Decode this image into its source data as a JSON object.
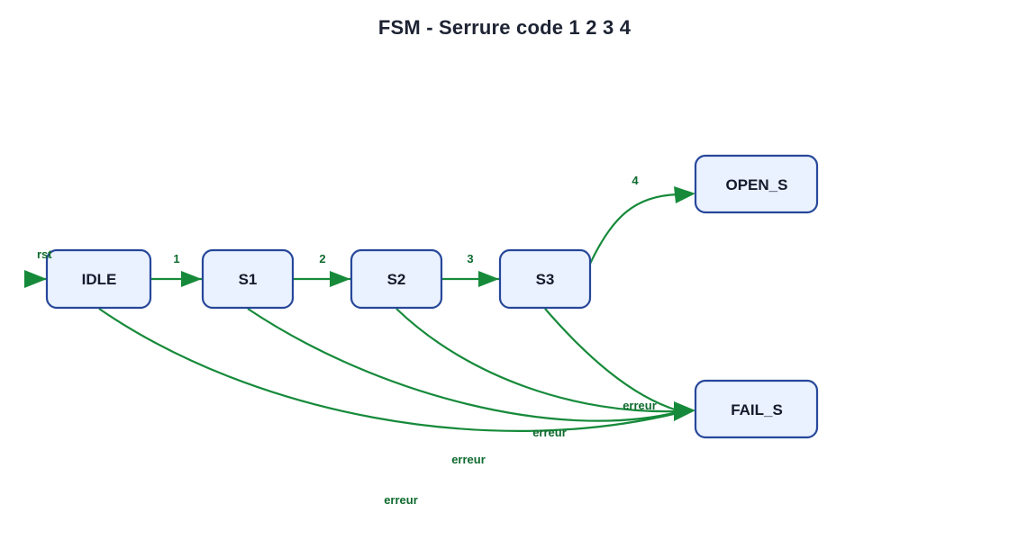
{
  "title": "FSM - Serrure code 1 2 3 4",
  "colors": {
    "state_fill": "#eaf1ff",
    "state_border": "#26479a",
    "edge": "#168a3a",
    "edge_label": "#0f6a2e"
  },
  "states": {
    "idle": "IDLE",
    "s1": "S1",
    "s2": "S2",
    "s3": "S3",
    "open": "OPEN_S",
    "fail": "FAIL_S"
  },
  "transitions": {
    "reset": "rst",
    "idle_s1": "1",
    "s1_s2": "2",
    "s2_s3": "3",
    "s3_open": "4",
    "s3_fail": "erreur",
    "s2_fail": "erreur",
    "s1_fail": "erreur",
    "idle_fail": "erreur"
  }
}
